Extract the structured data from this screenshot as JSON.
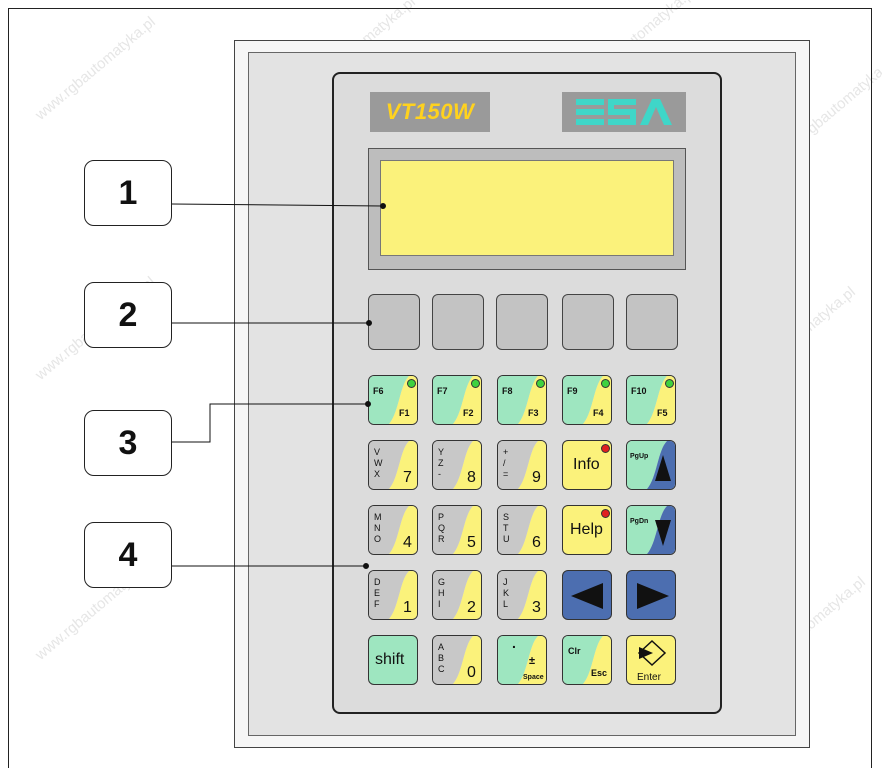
{
  "model_label": "VT150W",
  "brand_logo": "ESA",
  "callouts": [
    "1",
    "2",
    "3",
    "4"
  ],
  "watermark": "www.rgbautomatyka.pl",
  "colors": {
    "lcd": "#fbf27b",
    "key_yellow": "#fbf27b",
    "key_green": "#9ee6c0",
    "key_gray": "#c8c8c8",
    "key_blue": "#4c6eb0",
    "led_green": "#3fd23f",
    "led_red": "#e02020",
    "logo": "#3fd6c8"
  },
  "keys": {
    "f1": {
      "top": "F6",
      "bottom": "F1"
    },
    "f2": {
      "top": "F7",
      "bottom": "F2"
    },
    "f3": {
      "top": "F8",
      "bottom": "F3"
    },
    "f4": {
      "top": "F9",
      "bottom": "F4"
    },
    "f5": {
      "top": "F10",
      "bottom": "F5"
    },
    "k7": {
      "letters": "V\nW\nX",
      "digit": "7"
    },
    "k8": {
      "letters": "Y\nZ\n-",
      "digit": "8"
    },
    "k9": {
      "letters": "+\n/\n=",
      "digit": "9"
    },
    "k4": {
      "letters": "M\nN\nO",
      "digit": "4"
    },
    "k5": {
      "letters": "P\nQ\nR",
      "digit": "5"
    },
    "k6": {
      "letters": "S\nT\nU",
      "digit": "6"
    },
    "k1": {
      "letters": "D\nE\nF",
      "digit": "1"
    },
    "k2": {
      "letters": "G\nH\nI",
      "digit": "2"
    },
    "k3": {
      "letters": "J\nK\nL",
      "digit": "3"
    },
    "k0": {
      "letters": "A\nB\nC",
      "digit": "0"
    },
    "info": "Info",
    "help": "Help",
    "pgup": "PgUp",
    "pgdn": "PgDn",
    "shift": "shift",
    "dot": {
      "top": ".",
      "mid": "±",
      "bottom": "Space"
    },
    "clr": {
      "top": "Clr",
      "bottom": "Esc"
    },
    "enter": "Enter",
    "left_icon": "arrow-left-icon",
    "right_icon": "arrow-right-icon",
    "up_icon": "arrow-up-icon",
    "down_icon": "arrow-down-icon"
  }
}
